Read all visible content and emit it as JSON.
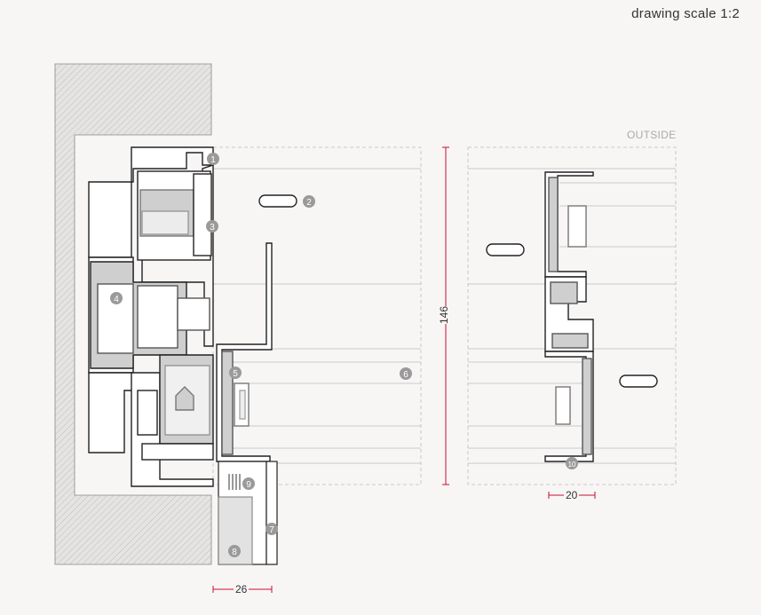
{
  "header": {
    "scale_label": "drawing scale 1:2"
  },
  "outside_label": "OUTSIDE",
  "dimensions": {
    "height": "146",
    "left_width": "26",
    "right_width": "20"
  },
  "markers": [
    "1",
    "2",
    "3",
    "4",
    "5",
    "6",
    "7",
    "8",
    "9",
    "10"
  ],
  "colors": {
    "accent": "#c8102e",
    "line": "#222222",
    "frame_fill": "#ffffff",
    "gray_fill": "#cfcfcf",
    "wall_hatch": "#d9d9d9"
  }
}
